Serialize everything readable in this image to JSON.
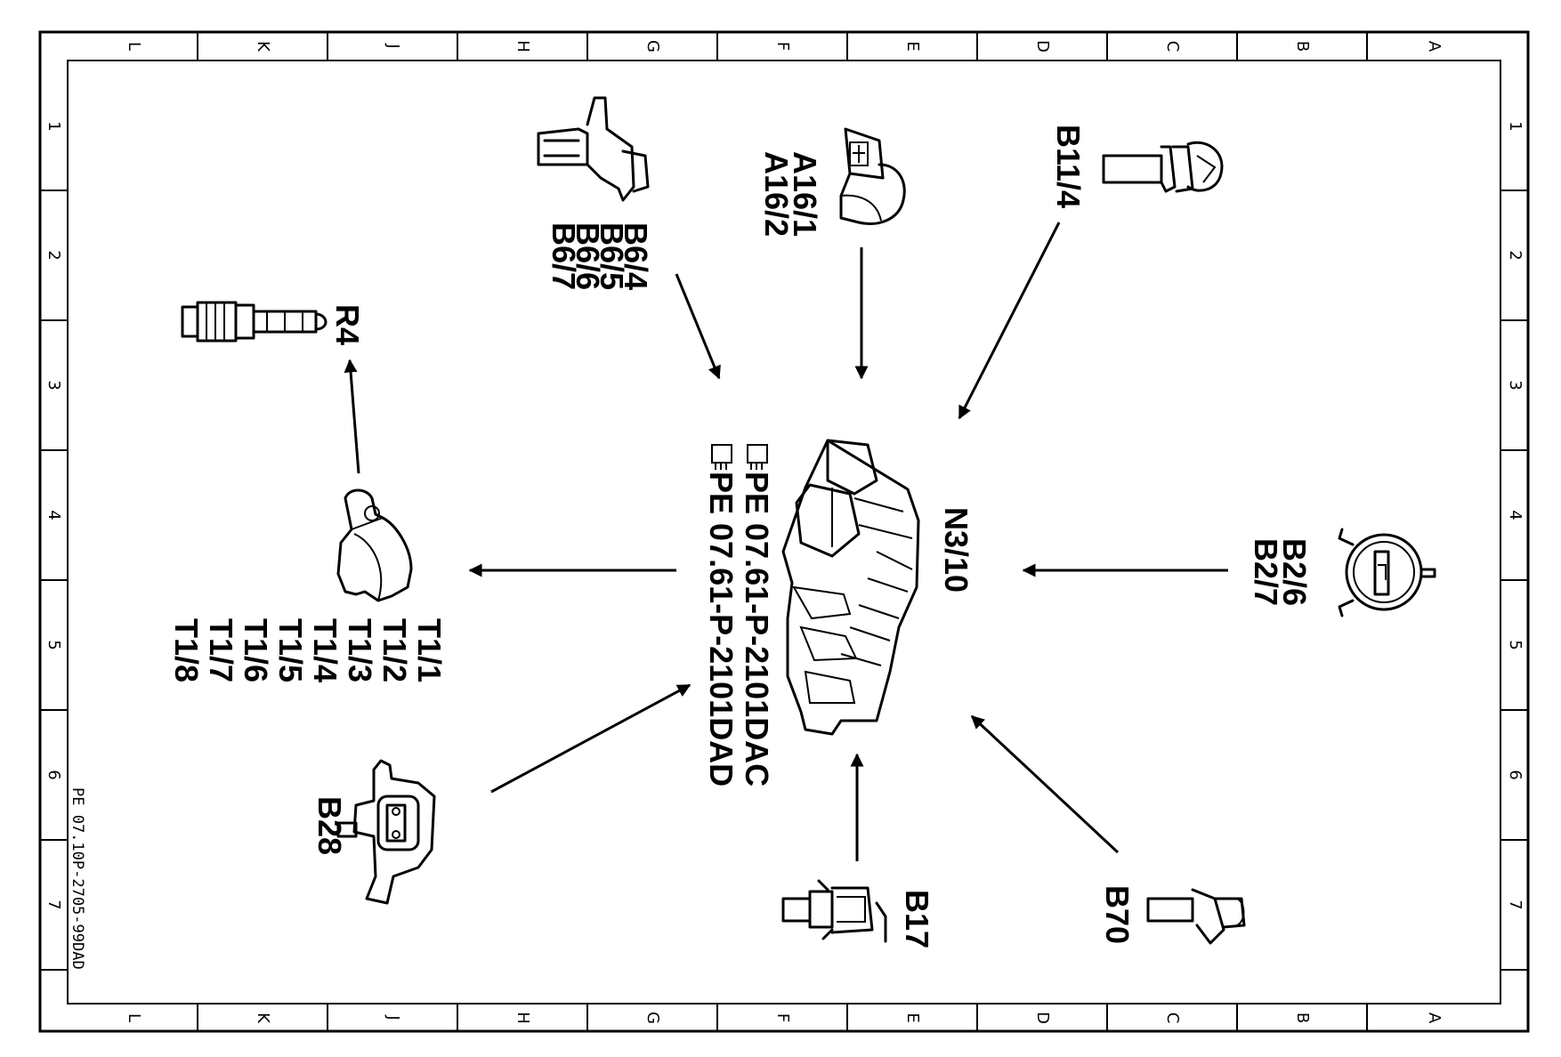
{
  "sheet": {
    "columns": [
      "L",
      "K",
      "J",
      "H",
      "G",
      "F",
      "E",
      "D",
      "C",
      "B",
      "A"
    ],
    "rows": [
      "1",
      "2",
      "3",
      "4",
      "5",
      "6",
      "7"
    ],
    "drawing_ref": "PE 07.10P-2705-99DAD"
  },
  "center": {
    "label": "N3/10",
    "refs": [
      "PE  07.61-P-2101DAC",
      "PE  07.61-P-2101DAD"
    ]
  },
  "components": [
    {
      "id": "b6",
      "lines": [
        "B6/4",
        "B6/5",
        "B6/6",
        "B6/7"
      ],
      "role": "input"
    },
    {
      "id": "a16",
      "lines": [
        "A16/1",
        "A16/2"
      ],
      "role": "input"
    },
    {
      "id": "b11",
      "lines": [
        "B11/4"
      ],
      "role": "input"
    },
    {
      "id": "r4",
      "lines": [
        "R4"
      ],
      "role": "output"
    },
    {
      "id": "t1",
      "lines": [
        "T1/1",
        "T1/2",
        "T1/3",
        "T1/4",
        "T1/5",
        "T1/6",
        "T1/7",
        "T1/8"
      ],
      "role": "output"
    },
    {
      "id": "b2",
      "lines": [
        "B2/6",
        "B2/7"
      ],
      "role": "input"
    },
    {
      "id": "b28",
      "lines": [
        "B28"
      ],
      "role": "input"
    },
    {
      "id": "b17",
      "lines": [
        "B17"
      ],
      "role": "input"
    },
    {
      "id": "b70",
      "lines": [
        "B70"
      ],
      "role": "input"
    }
  ]
}
